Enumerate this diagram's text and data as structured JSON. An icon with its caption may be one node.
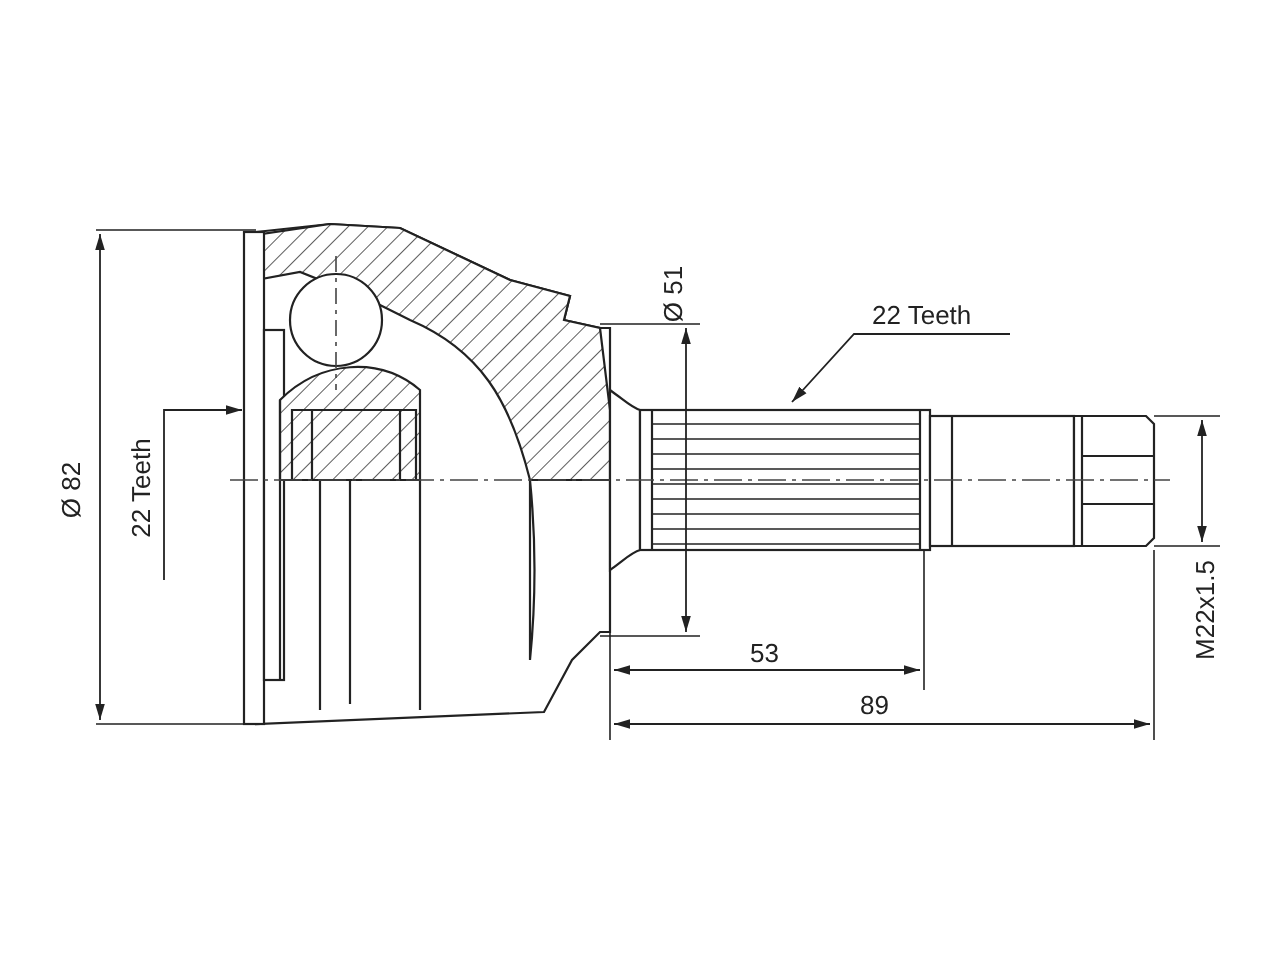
{
  "diagram": {
    "nodes": [
      {
        "text": [
          "22 Teeth"
        ]
      },
      {
        "text": [
          "22 Teeth"
        ]
      }
    ],
    "edges": [
      {
        "from": 0,
        "to": null,
        "arrow": "to"
      },
      {
        "from": 1,
        "to": null,
        "arrow": "to"
      }
    ],
    "labels": [
      "Ø 51",
      "Ø 82",
      "53",
      "89",
      "M22x1.5"
    ]
  }
}
